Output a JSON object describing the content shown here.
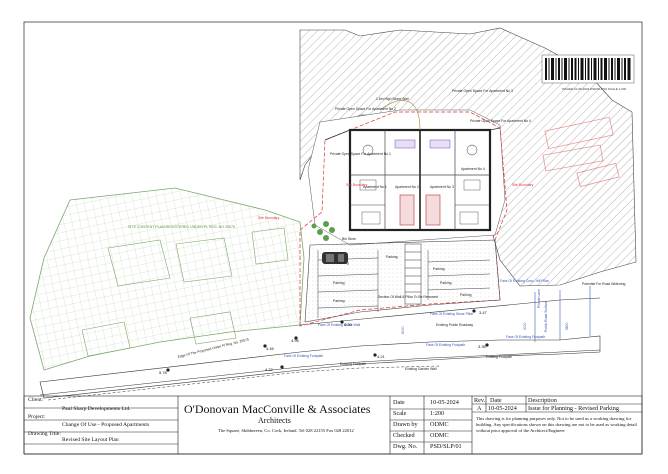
{
  "title_block": {
    "client_label": "Client:",
    "client_value": "Paul Sharp Developments Ltd.",
    "project_label": "Project:",
    "project_value": "Change Of Use -  Proposed Apartments",
    "drawing_title_label": "Drawing Title:",
    "drawing_title_value": "Revised Site Layout Plan",
    "firm_name": "O'Donovan MacConville & Associates",
    "firm_sub": "Architects",
    "firm_address": "The Square, Skibbereen, Co. Cork, Ireland.   Tel 028 22155 Fax 028 22012",
    "date_label": "Date",
    "date_value": "10-05-2024",
    "scale_label": "Scale",
    "scale_value": "1:200",
    "drawn_label": "Drawn by",
    "drawn_value": "ODMC",
    "checked_label": "Checked",
    "checked_value": "ODMC",
    "dwg_label": "Dwg. No.",
    "dwg_value": "PSD/SLP/01",
    "rev_label": "Rev.",
    "rev_date_label": "Date",
    "description_label": "Description",
    "rev_letter": "A",
    "rev_date": "10-05-2024",
    "rev_description": "Issue for Planning - Revised Parking",
    "note": "This drawing is for planning purposes only. Not to be used as a working drawing for building. Any specifications shown on this drawing are not to be used as working detail without prior approval of the Architect/Engineer"
  },
  "plan_labels": {
    "site_boundary_1": "Site Boundary",
    "site_boundary_2": "Site Boundary",
    "site_boundary_3": "Site Boundary",
    "land_registry": "SITE CONTENT PLAN REGISTERED UNDER FL REG: NO 25575",
    "folio_edge": "Edge Of The Proposed Under Fl Reg. No. 25575",
    "parking_1": "Parking",
    "parking_2": "Parking",
    "parking_3": "Parking",
    "parking_4": "Parking",
    "parking_5": "Parking",
    "parking_6": "Parking",
    "parking_7": "Parking",
    "section_wall": "Section Of Wall & Pillar To Be Removed",
    "face_existing_stone": "Face Of Existing Stone Pillar",
    "face_existing_conc": "Face Of Existing Conc. Hill Pillar",
    "face_existing_footpath_1": "Face Of Existing Footpath",
    "face_existing_footpath_2": "Face Of Existing Footpath",
    "face_existing_footpath_3": "Face Of Existing Footpath",
    "face_existing_stone_2": "Face Of Existing Stone Wall",
    "existing_public_roadway": "Existing Public Roadway",
    "existing_footpath_1": "Existing Footpath",
    "existing_footpath_2": "Existing Footpath",
    "existing_garden_wall": "Existing Garden Wall",
    "potential_road": "Potential For Road Widening",
    "private_lane": "Private Lane",
    "public_road": "Public Road Surface",
    "apartment_1": "Apartment No 1",
    "apartment_2": "Apartment No 2",
    "apartment_3": "Apartment No 3",
    "apartment_4": "Apartment No 4",
    "private_open_1": "Private Open Space For Apartment No 1",
    "private_open_2": "Private Open Space For Apartment No 2",
    "private_open_3": "Private Open Space For Apartment No 3",
    "private_open_4": "Private Open Space For Apartment No 4",
    "bin_store": "Bin Store",
    "high_stone_wall": "1.8m High Stone Wall",
    "dim_1": "4.95",
    "dim_2": "4.45",
    "dim_3": "4.30",
    "dim_4": "5.78",
    "dim_5": "4.22",
    "dim_6": "4.21",
    "dim_7": "3.47",
    "dim_8": "3.36",
    "dim_9": "3000",
    "dim_10": "5800",
    "dim_11": "6000",
    "barcode_caption": "ISSUED 10-05-2024 PSD/SLP/01 SCALE 1:200"
  }
}
